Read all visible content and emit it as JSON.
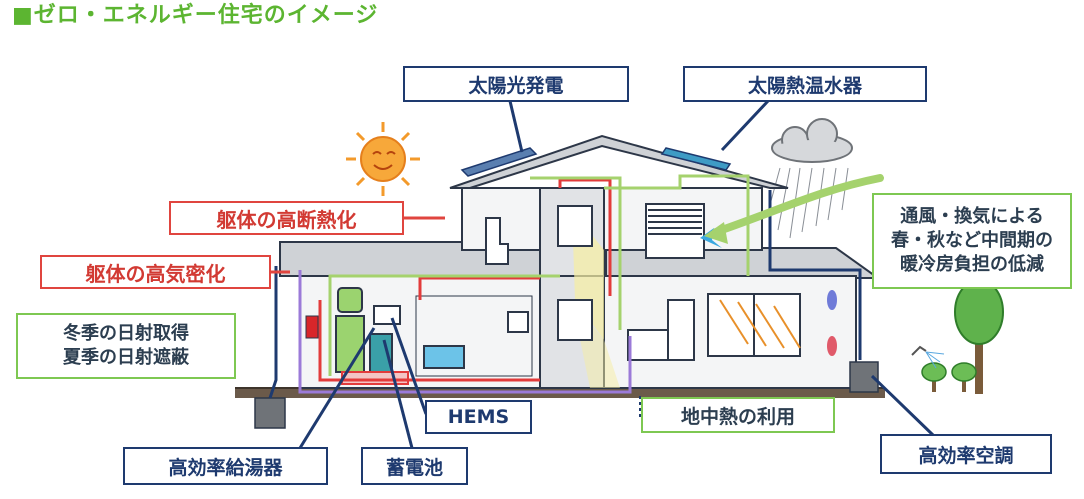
{
  "title": "■ゼロ・エネルギー住宅のイメージ",
  "labels": {
    "solar_power": "太陽光発電",
    "solar_water_heater": "太陽熱温水器",
    "high_insulation": "躯体の高断熱化",
    "airtight": "躯体の高気密化",
    "sunlight_lines": [
      "冬季の日射取得",
      "夏季の日射遮蔽"
    ],
    "ventilation_lines": [
      "通風・換気による",
      "春・秋など中間期の",
      "暖冷房負担の低減"
    ],
    "hems": "HEMS",
    "geothermal": "地中熱の利用",
    "water_heater": "高効率給湯器",
    "battery": "蓄電池",
    "air_conditioner": "高効率空調"
  },
  "colors": {
    "title": "#5cb531",
    "navy": "#1e3a6f",
    "red": "#e0453f",
    "green": "#7ec852",
    "pipe_red": "#e23b3b",
    "pipe_green": "#a5d26d",
    "pipe_purple": "#9b7ad8",
    "sun": "#f39a2b",
    "tree": "#3e9a34"
  }
}
